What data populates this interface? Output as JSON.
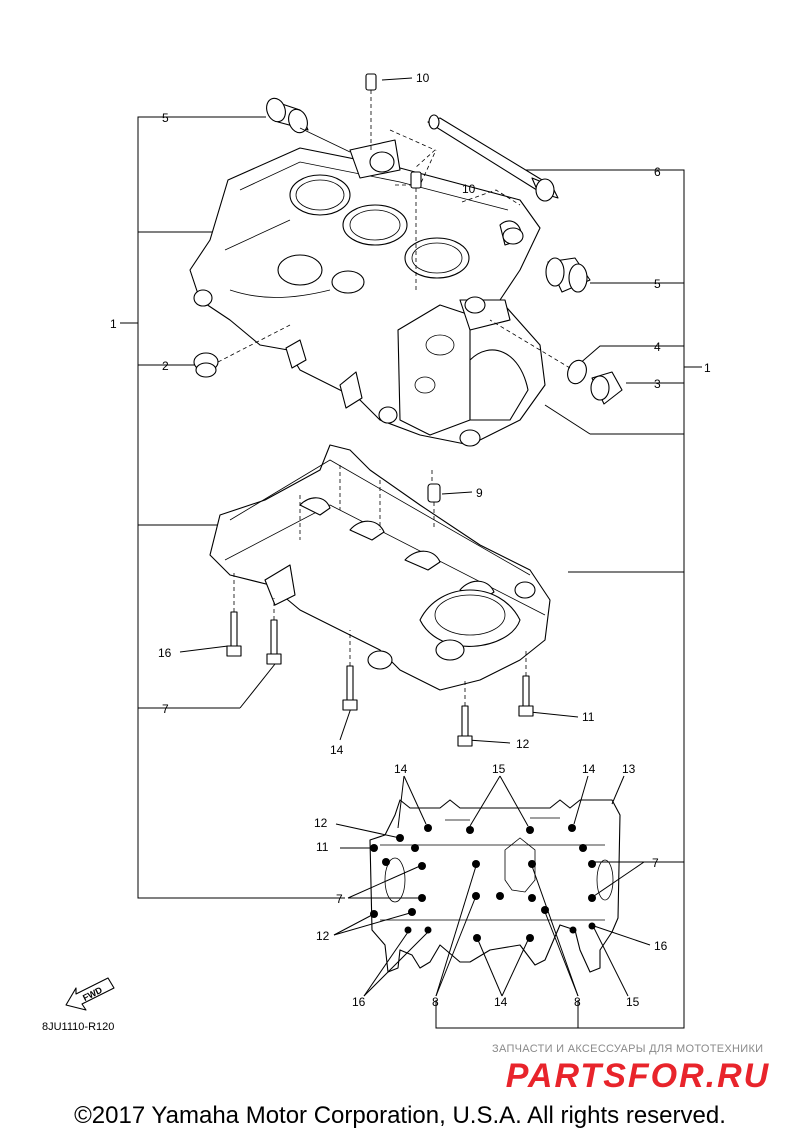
{
  "diagram": {
    "figure_code": "8JU1110-R120",
    "fwd_label": "FWD",
    "callouts": {
      "c1_left": "1",
      "c1_right": "1",
      "c2": "2",
      "c3": "3",
      "c4": "4",
      "c5_top": "5",
      "c5_right": "5",
      "c6": "6",
      "c7_left": "7",
      "c7_lower": "7",
      "c7_right": "7",
      "c8_left": "8",
      "c8_right": "8",
      "c9": "9",
      "c10_top": "10",
      "c10_mid": "10",
      "c11_bolt": "11",
      "c11_plan": "11",
      "c12_bolt": "12",
      "c12_plan_top": "12",
      "c12_plan_bottom": "12",
      "c13": "13",
      "c14_bolt": "14",
      "c14_top_left": "14",
      "c14_top_right": "14",
      "c14_bottom": "14",
      "c15_top": "15",
      "c15_bottom": "15",
      "c16_bolt": "16",
      "c16_plan_left": "16",
      "c16_plan_right": "16"
    }
  },
  "watermark": {
    "tagline": "ЗАПЧАСТИ И АКСЕССУАРЫ ДЛЯ МОТОТЕХНИКИ",
    "logo_text": "PARTSFOR.RU",
    "logo_color": "#e8242b"
  },
  "footer": {
    "copyright": "©2017 Yamaha Motor Corporation, U.S.A. All rights reserved."
  }
}
